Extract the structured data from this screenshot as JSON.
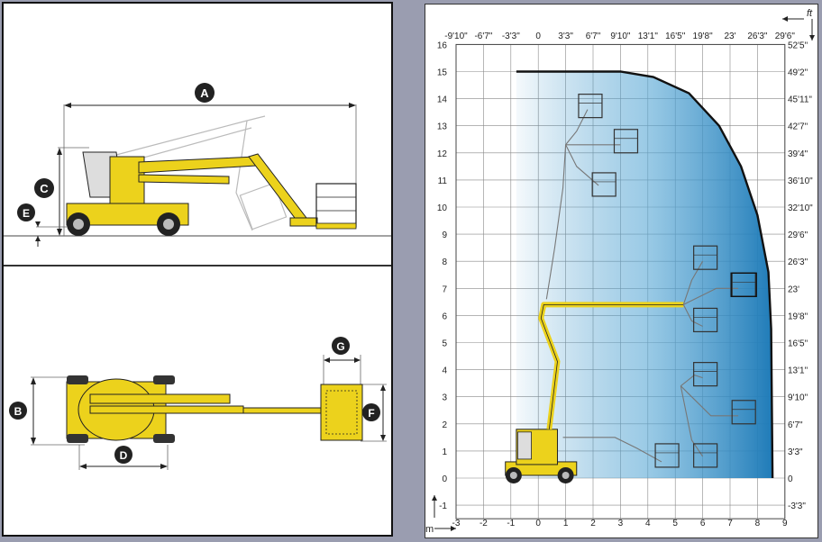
{
  "side_view": {
    "dimension_labels": [
      "A",
      "C",
      "E"
    ]
  },
  "top_view": {
    "dimension_labels": [
      "B",
      "D",
      "G",
      "F"
    ]
  },
  "colors": {
    "machine_yellow": "#ecd21c",
    "envelope_blue": "#2c8ac2",
    "grid_line": "#888888"
  },
  "chart_data": {
    "type": "working-range-diagram",
    "x_ticks_m": [
      "-3",
      "-2",
      "-1",
      "0",
      "1",
      "2",
      "3",
      "4",
      "5",
      "6",
      "7",
      "8",
      "9"
    ],
    "x_ticks_ft": [
      "-9'10\"",
      "-6'7\"",
      "-3'3\"",
      "0",
      "3'3\"",
      "6'7\"",
      "9'10\"",
      "13'1\"",
      "16'5\"",
      "19'8\"",
      "23'",
      "26'3\"",
      "29'6\""
    ],
    "y_ticks_m": [
      "-1",
      "0",
      "1",
      "2",
      "3",
      "4",
      "5",
      "6",
      "7",
      "8",
      "9",
      "10",
      "11",
      "12",
      "13",
      "14",
      "15",
      "16"
    ],
    "y_ticks_ft": [
      "-3'3\"",
      "0",
      "3'3\"",
      "6'7\"",
      "9'10\"",
      "13'1\"",
      "16'5\"",
      "19'8\"",
      "23'",
      "26'3\"",
      "29'6\"",
      "32'10\"",
      "36'10\"",
      "39'4\"",
      "42'7\"",
      "45'11\"",
      "49'2\"",
      "52'5\""
    ],
    "unit_m": "m",
    "unit_ft": "ft",
    "xlim": [
      -3,
      9
    ],
    "ylim": [
      -1.5,
      16
    ],
    "envelope": [
      [
        -0.8,
        15
      ],
      [
        3,
        15
      ],
      [
        4.2,
        14.8
      ],
      [
        5.5,
        14.2
      ],
      [
        6.6,
        13
      ],
      [
        7.4,
        11.5
      ],
      [
        8,
        9.7
      ],
      [
        8.4,
        7.6
      ],
      [
        8.5,
        5.5
      ],
      [
        8.55,
        0
      ]
    ],
    "baskets": [
      [
        1.9,
        13.7
      ],
      [
        3.2,
        12.4
      ],
      [
        2.4,
        10.8
      ],
      [
        6.1,
        8.1
      ],
      [
        7.5,
        7.1
      ],
      [
        6.1,
        5.8
      ],
      [
        6.1,
        3.8
      ],
      [
        7.5,
        2.4
      ],
      [
        4.7,
        0.8
      ],
      [
        6.1,
        0.8
      ]
    ]
  }
}
